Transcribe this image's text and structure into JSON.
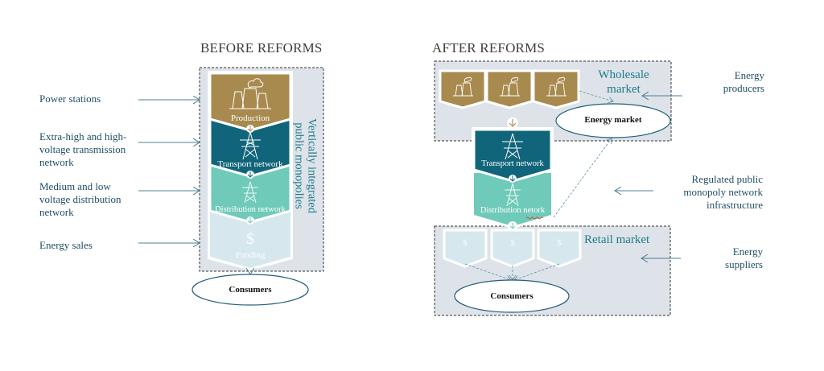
{
  "before": {
    "title": "BEFORE REFORMS",
    "side_labels": [
      "Power stations",
      "Extra-high and high-voltage transmission network",
      "Medium and low voltage distribution network",
      "Energy sales"
    ],
    "blocks": [
      {
        "label": "Production",
        "icon": "power-plant-icon",
        "color": "#a88a4f"
      },
      {
        "label": "Transport network",
        "icon": "pylon-icon",
        "color": "#11657a"
      },
      {
        "label": "Distribution network",
        "icon": "pylon-icon",
        "color": "#6fcab9"
      },
      {
        "label": "Funding",
        "icon": "dollar-icon",
        "color": "#d6e8ee"
      }
    ],
    "vertical_label_line1": "Vertically integrated",
    "vertical_label_line2": "public monopolies",
    "consumers_label": "Consumers"
  },
  "after": {
    "title": "AFTER REFORMS",
    "wholesale_title_line1": "Wholesale",
    "wholesale_title_line2": "market",
    "energy_market_label": "Energy market",
    "producers_count": 3,
    "transport_label": "Transport network",
    "distribution_label": "Distribution netork",
    "retail_title": "Retail market",
    "suppliers_count": 3,
    "dollar_symbol": "$",
    "consumers_label": "Consumers",
    "right_labels": {
      "producers_line1": "Energy",
      "producers_line2": "producers",
      "regulated_line1": "Regulated public",
      "regulated_line2": "monopoly network",
      "regulated_line3": "infrastructure",
      "suppliers_line1": "Energy",
      "suppliers_line2": "suppliers"
    }
  },
  "colors": {
    "gold": "#a88a4f",
    "teal_dark": "#11657a",
    "teal_light": "#6fcab9",
    "pale_blue": "#d6e8ee",
    "panel_bg": "#dde3e8",
    "text_blue": "#1f4e66",
    "accent_teal": "#1e7a8c"
  }
}
